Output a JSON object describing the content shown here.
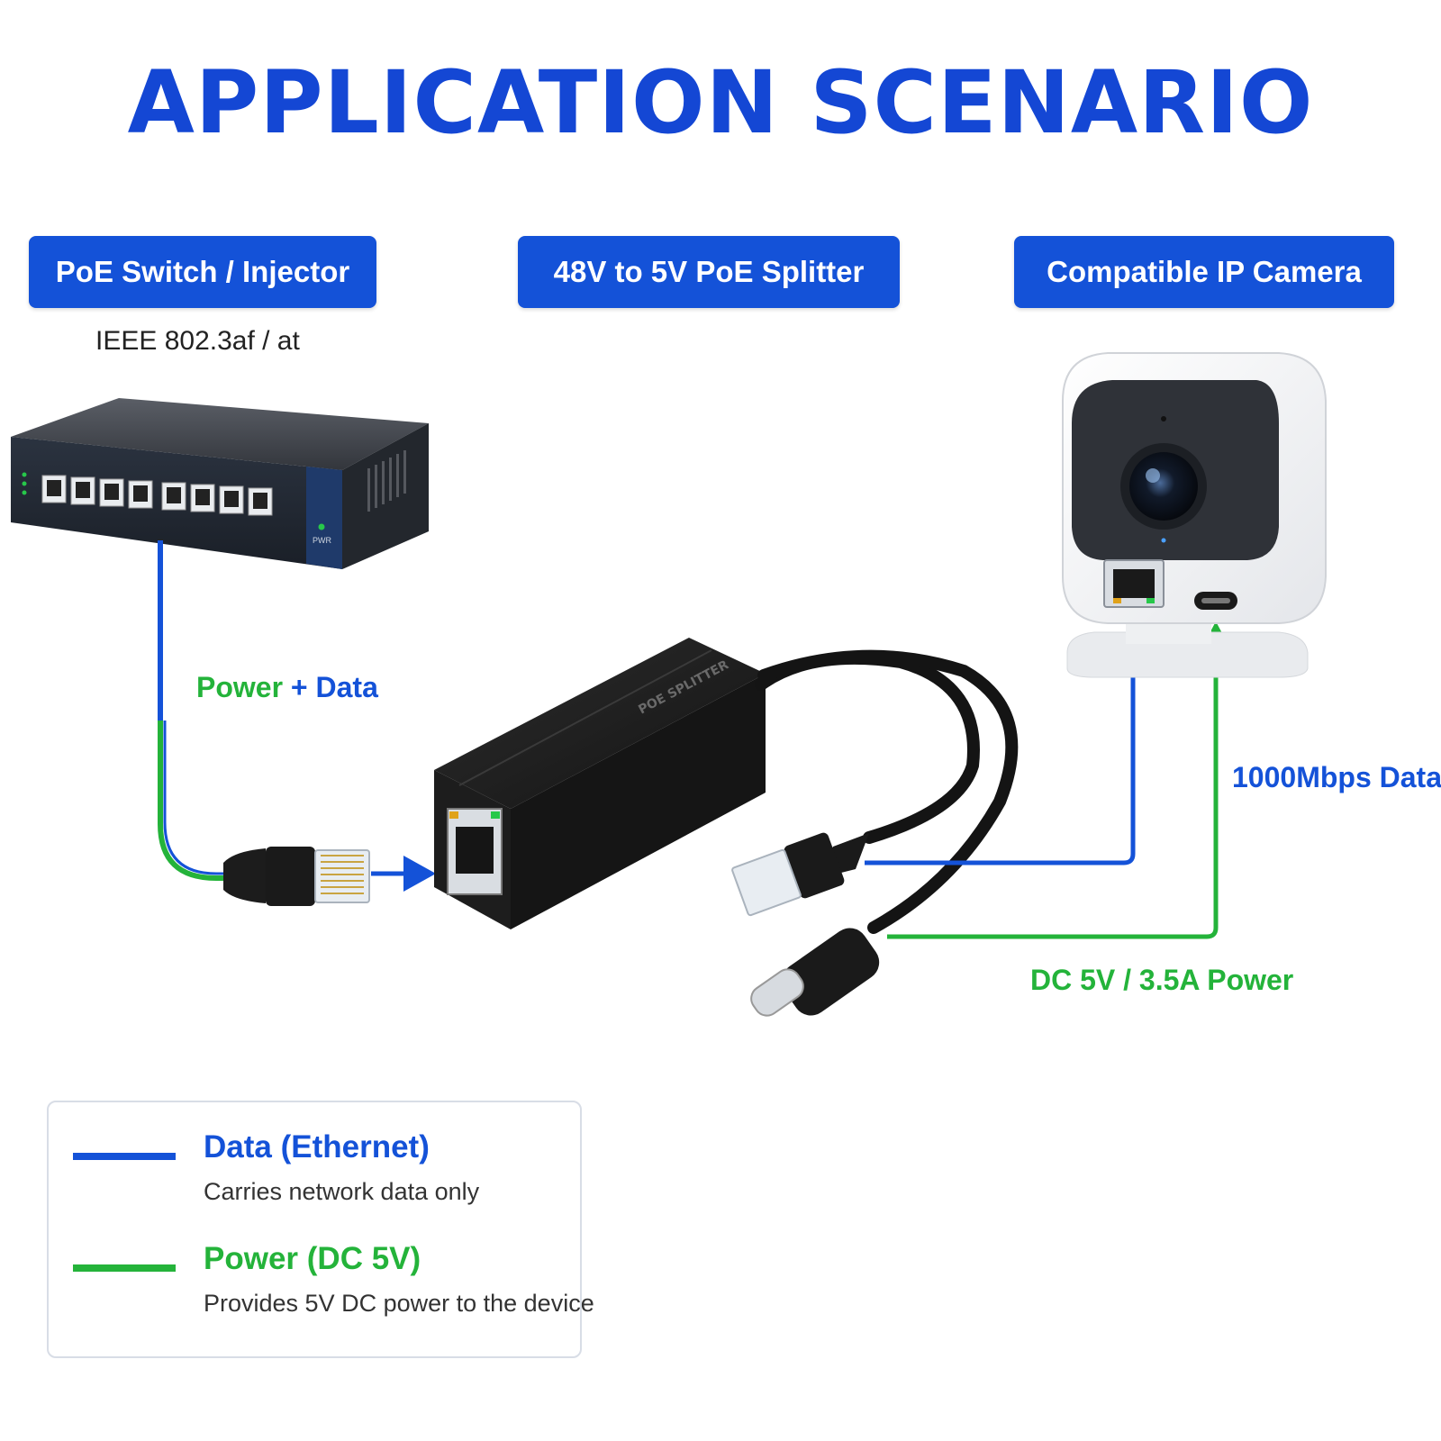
{
  "title": "APPLICATION SCENARIO",
  "colors": {
    "blue": "#1452d8",
    "green": "#24b33a",
    "title": "#1447d4"
  },
  "nodes": {
    "switch": {
      "label": "PoE Switch / Injector",
      "standard": "IEEE 802.3af / at",
      "pwr_label": "PWR"
    },
    "splitter": {
      "label": "48V to 5V PoE Splitter",
      "body_text": "POE SPLITTER"
    },
    "camera": {
      "label": "Compatible IP Camera"
    }
  },
  "connections": {
    "input": {
      "label_power": "Power",
      "label_plus": "+",
      "label_data": "Data"
    },
    "data_out": {
      "label": "1000Mbps Data"
    },
    "power_out": {
      "label": "DC 5V / 3.5A Power"
    }
  },
  "legend": {
    "data": {
      "title": "Data (Ethernet)",
      "desc": "Carries network data only"
    },
    "power": {
      "title": "Power (DC 5V)",
      "desc": "Provides 5V DC power to the device"
    }
  }
}
